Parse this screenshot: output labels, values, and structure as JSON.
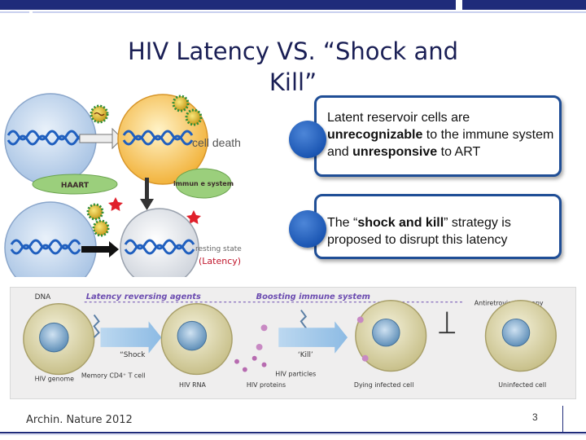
{
  "slide": {
    "title": "HIV Latency VS. “Shock and Kill”",
    "page_number": "3",
    "citation": "Archin. Nature 2012"
  },
  "top_figure": {
    "cell_death_label": "cell death",
    "haart_label": "HAART",
    "immune_label": "immun e system",
    "resting_state_label": "resting state",
    "latency_label": "(Latency)"
  },
  "bullets": [
    {
      "prefix": "Latent reservoir cells are ",
      "em1": "unrecognizable",
      "mid": " to the immune system and ",
      "em2": "unresponsive",
      "suffix": " to ART"
    },
    {
      "prefix": "The “",
      "em1": "shock and kill",
      "suffix": "” strategy is proposed to disrupt this latency"
    }
  ],
  "bottom_figure": {
    "dna_label": "DNA",
    "lra_header": "Latency reversing agents",
    "boost_header": "Boosting immune system",
    "art_label": "Antiretroviral therapy",
    "shock_label": "“Shock",
    "kill_label": "‘Kill’",
    "hiv_particles_label": "HIV particles",
    "hiv_genome_label": "HIV genome",
    "memory_cell_label": "Memory CD4⁺ T cell",
    "hiv_rna_label": "HIV RNA",
    "hiv_proteins_label": "HIV proteins",
    "dying_cell_label": "Dying infected cell",
    "uninfected_cell_label": "Uninfected cell"
  },
  "colors": {
    "navy": "#1f2b7a",
    "bullet_blue": "#1b56b3",
    "header_purple": "#6b4bb0",
    "dna_blue": "#1f5fbf"
  }
}
